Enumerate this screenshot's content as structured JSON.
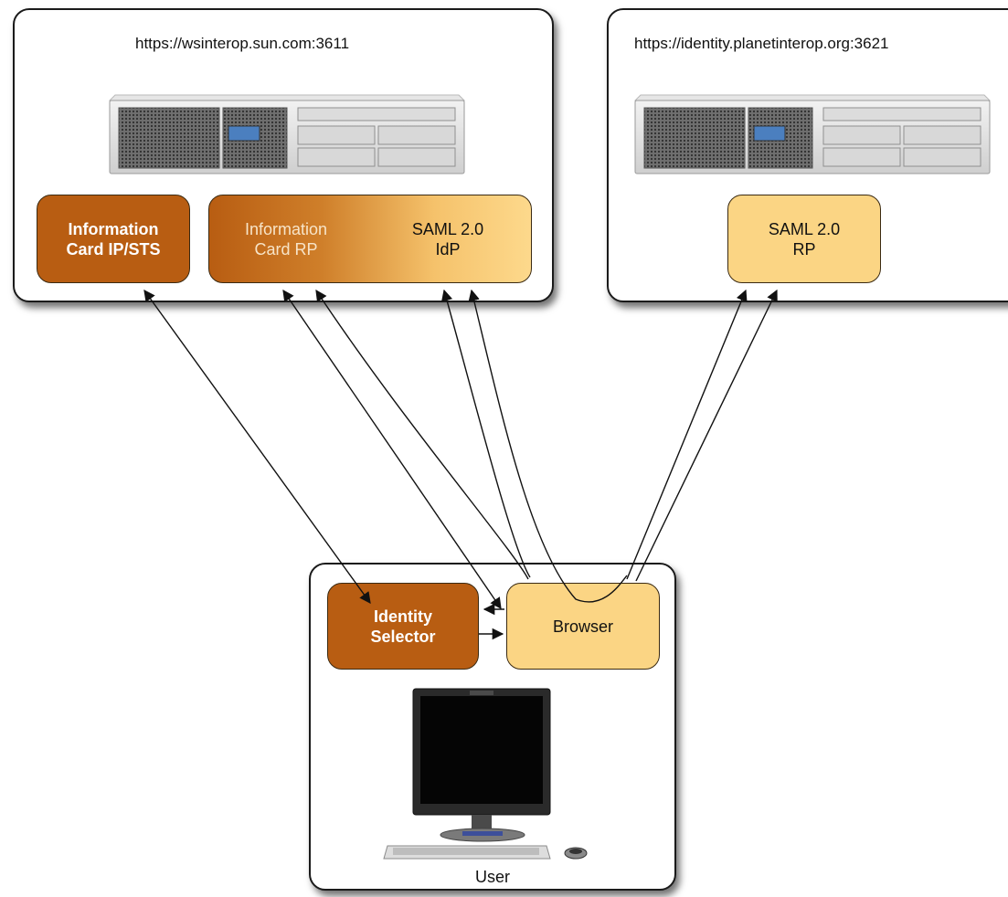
{
  "servers": {
    "left": {
      "url": "https://wsinterop.sun.com:3611",
      "ip_sts_line1": "Information",
      "ip_sts_line2": "Card IP/STS",
      "rp_line1": "Information",
      "rp_line2": "Card RP",
      "idp_line1": "SAML 2.0",
      "idp_line2": "IdP"
    },
    "right": {
      "url": "https://identity.planetinterop.org:3621",
      "rp_line1": "SAML 2.0",
      "rp_line2": "RP"
    }
  },
  "client": {
    "selector_line1": "Identity",
    "selector_line2": "Selector",
    "browser": "Browser",
    "user": "User"
  },
  "colors": {
    "dark_box": "#b85d12",
    "light_box": "#fbd584"
  }
}
